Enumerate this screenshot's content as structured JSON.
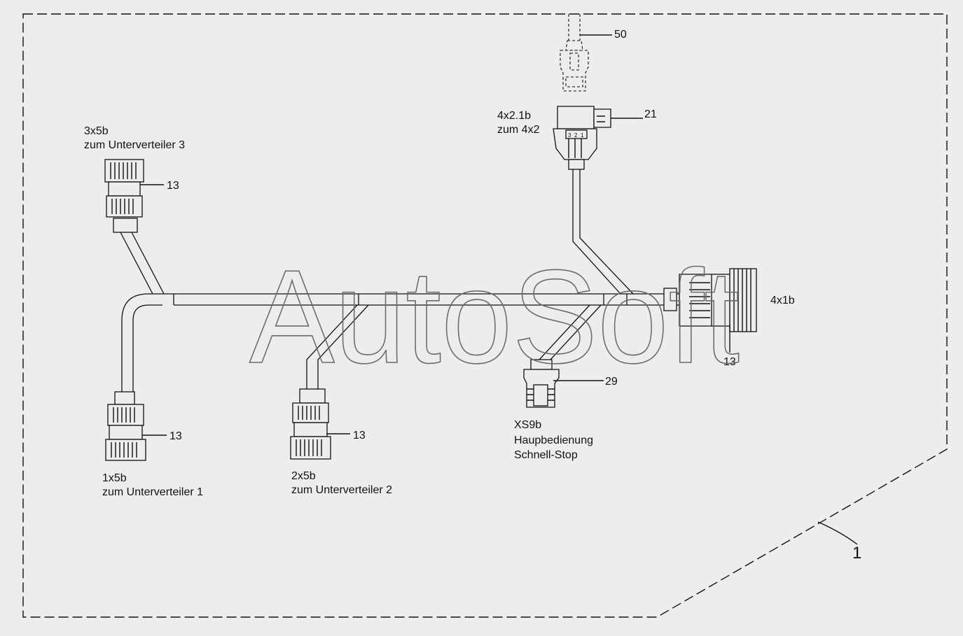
{
  "connectors": {
    "c3x5b": {
      "id": "3x5b",
      "desc": "zum Unterverteiler 3",
      "ref": "13"
    },
    "c1x5b": {
      "id": "1x5b",
      "desc": "zum Unterverteiler 1",
      "ref": "13"
    },
    "c2x5b": {
      "id": "2x5b",
      "desc": "zum Unterverteiler 2",
      "ref": "13"
    },
    "c4x2": {
      "id": "4x2.1b",
      "desc": "zum 4x2",
      "ref": "21",
      "pins": [
        "3",
        "2",
        "1"
      ]
    },
    "cXS9b": {
      "id": "XS9b",
      "desc_1": "Haupbedienung",
      "desc_2": "Schnell-Stop",
      "ref": "29"
    },
    "c4x1b": {
      "id": "4x1b",
      "ref": "13"
    },
    "dashed_connector": {
      "ref": "50"
    }
  },
  "assembly_ref": "1",
  "watermark": "AutoSoft",
  "colors": {
    "background": "#ecedef",
    "line": "#111111",
    "watermark": "#6a6a6a"
  }
}
